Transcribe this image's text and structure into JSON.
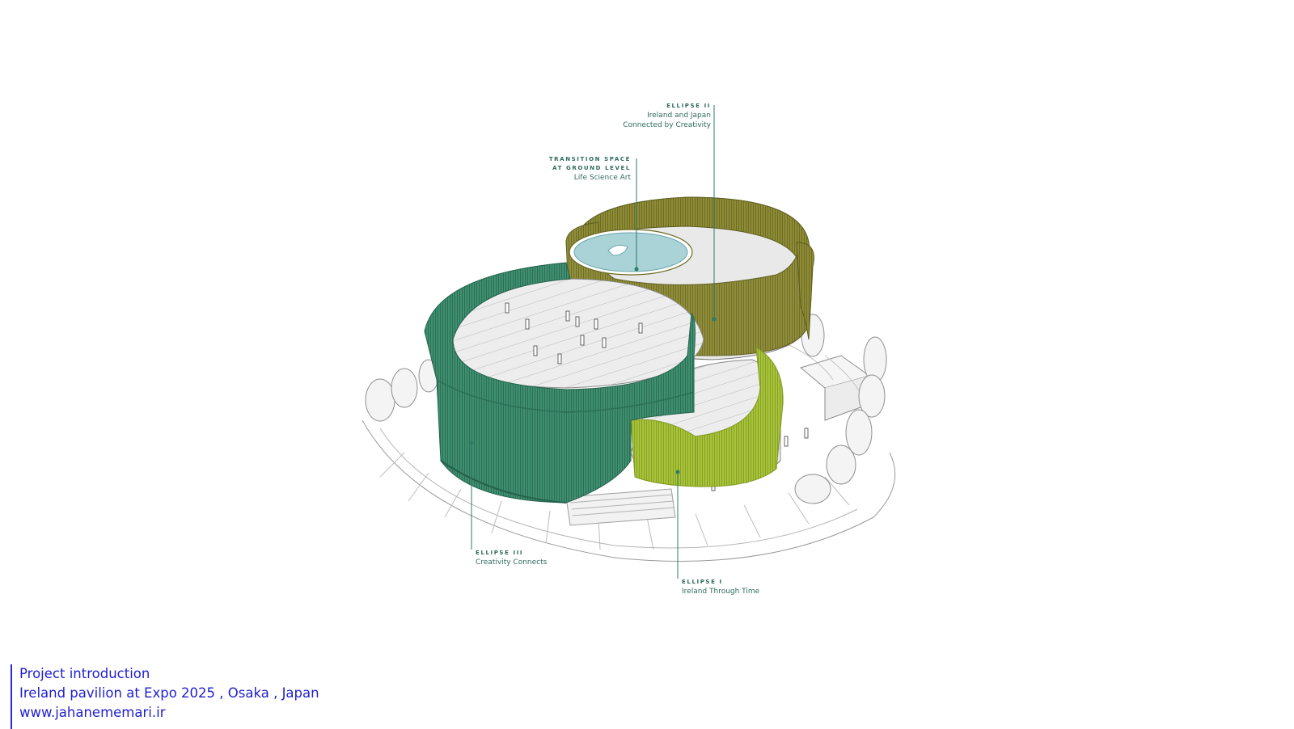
{
  "callouts": {
    "ellipse2": {
      "head": "ELLIPSE II",
      "line1": "Ireland and Japan",
      "line2": "Connected by Creativity"
    },
    "transition": {
      "head1": "TRANSITION SPACE",
      "head2": "AT GROUND LEVEL",
      "line1": "Life Science Art"
    },
    "ellipse3": {
      "head": "ELLIPSE III",
      "line1": "Creativity Connects"
    },
    "ellipse1": {
      "head": "ELLIPSE I",
      "line1": "Ireland Through Time"
    }
  },
  "caption": {
    "line1": "Project introduction",
    "line2": "Ireland pavilion at Expo 2025 , Osaka , Japan",
    "line3": "www.jahanememari.ir"
  },
  "colors": {
    "ellipse1": "#a9c43a",
    "ellipse2": "#8a8a34",
    "ellipse3": "#3e8f6e",
    "pool": "#a9d3d6",
    "label": "#2f6b5c",
    "caption": "#1f1fcf"
  }
}
